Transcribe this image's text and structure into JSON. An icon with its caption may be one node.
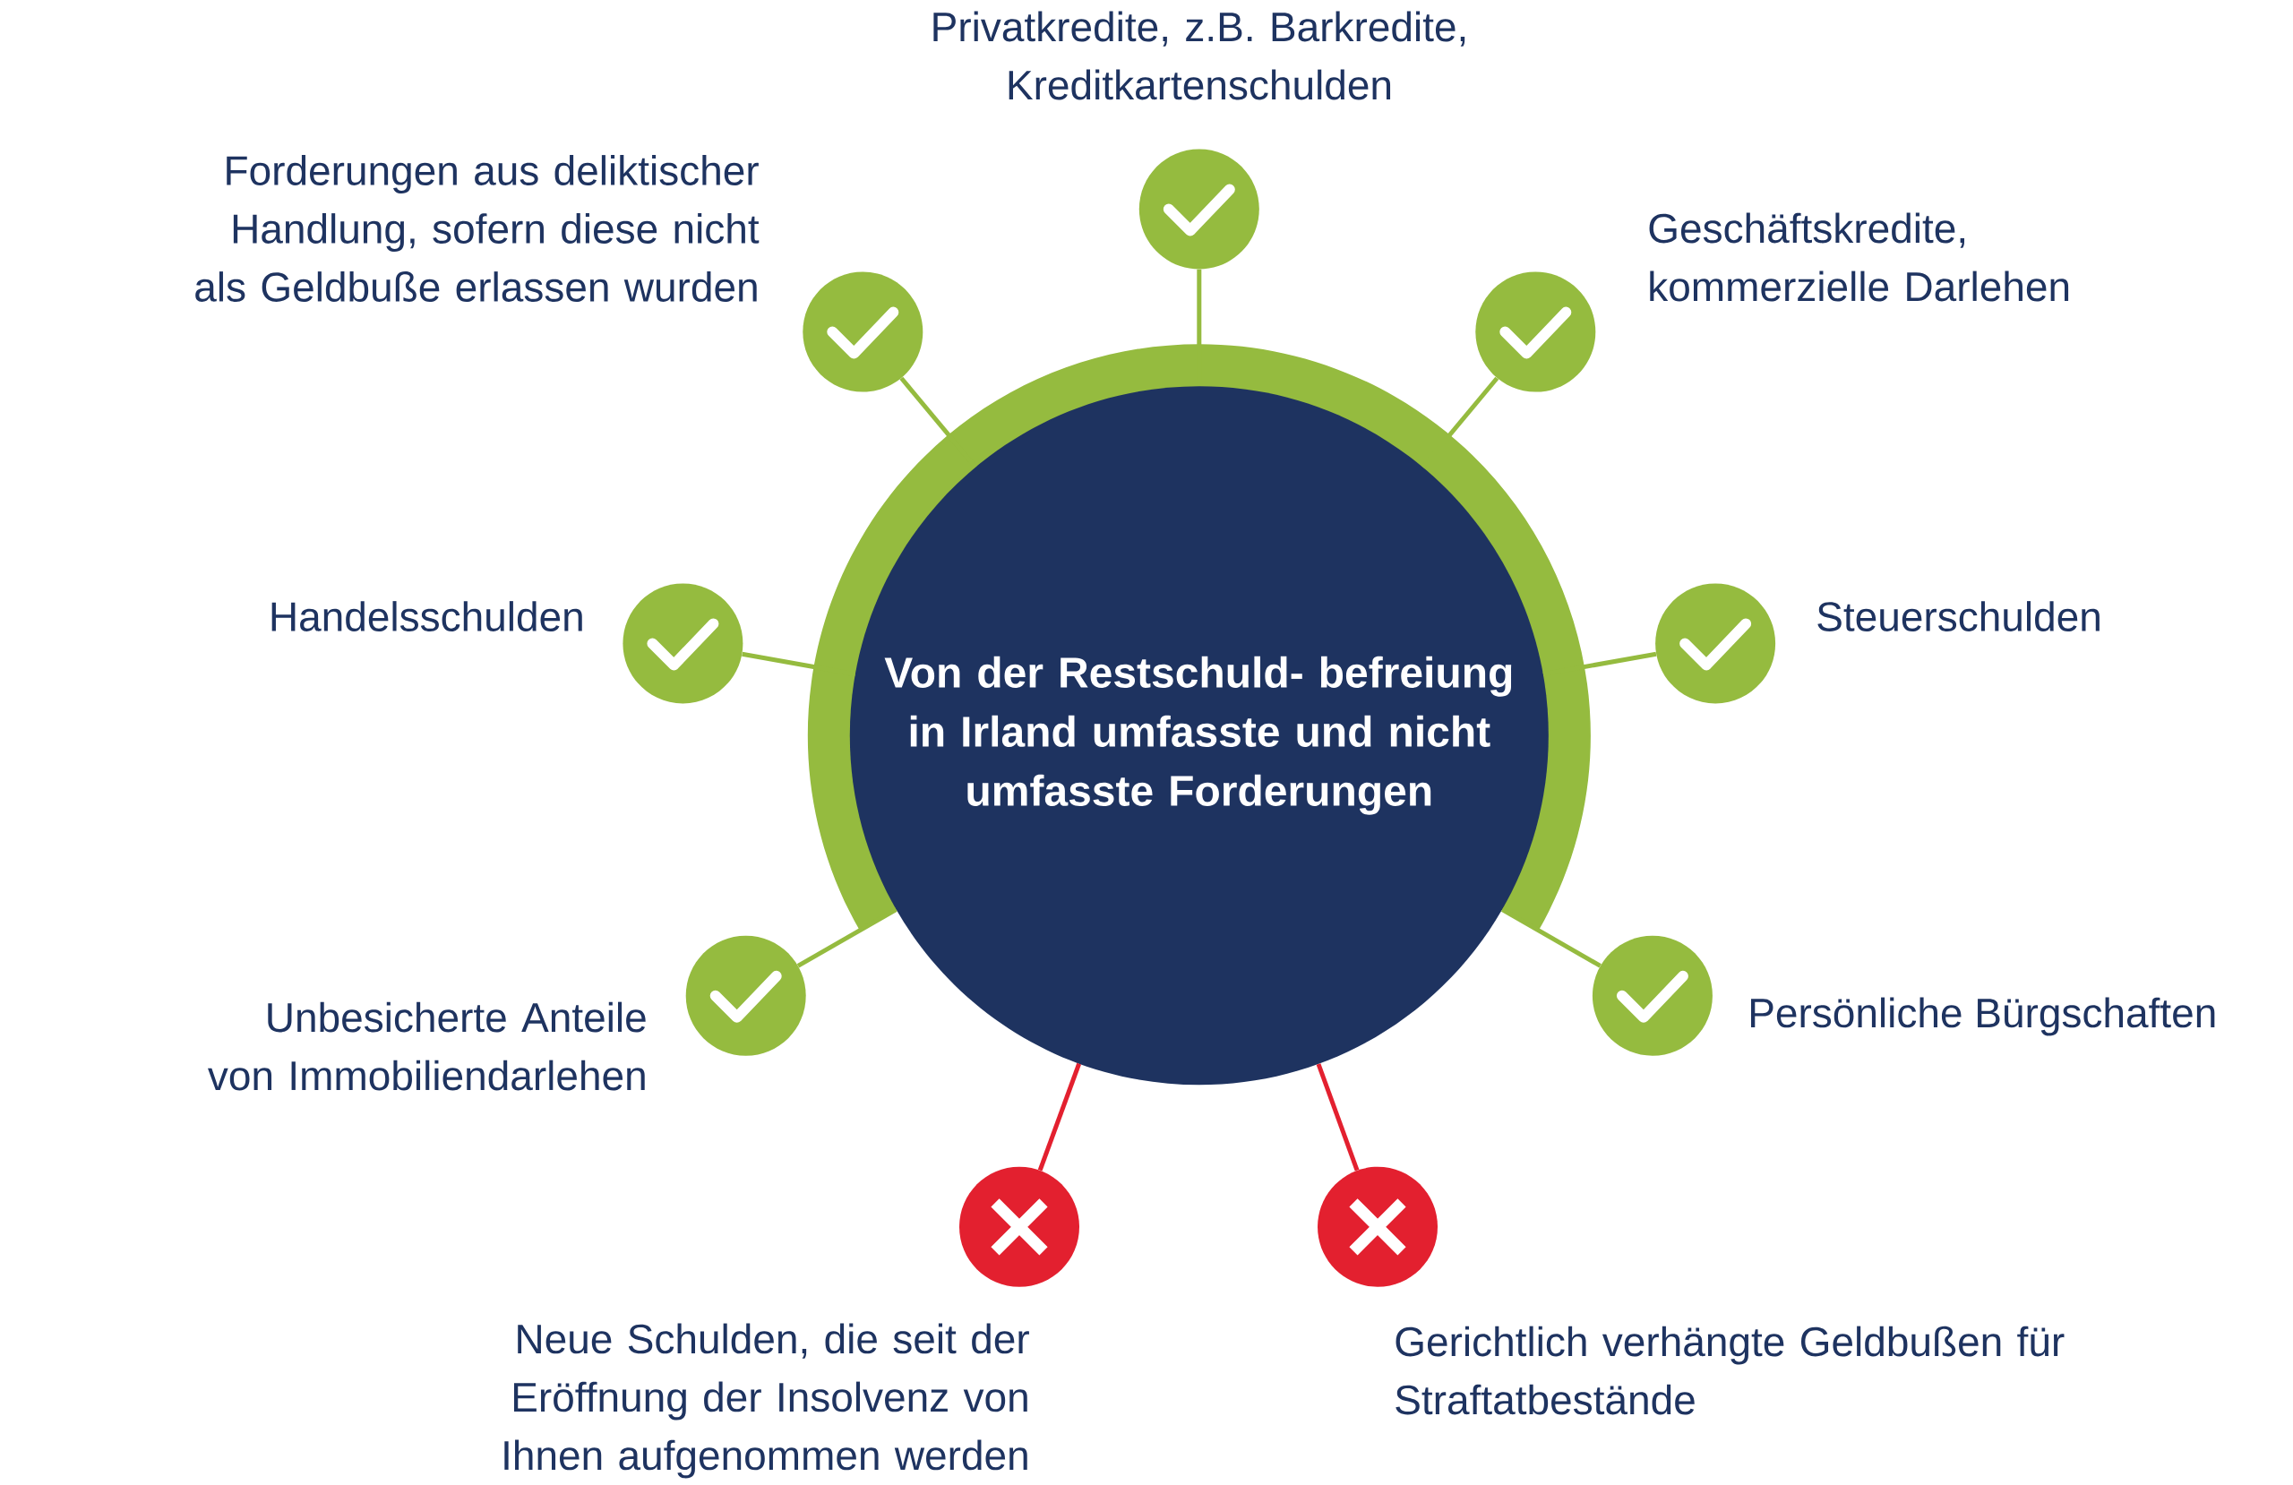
{
  "diagram": {
    "nodes": [
      {
        "text": [
          "Von der Restschuld- befreiung in Irland umfasste und nicht umfasste Forderungen"
        ]
      },
      {
        "text": [],
        "shape": "check",
        "beside": [
          "Privatkredite, z.B. Barkredite, Kreditkartenschulden"
        ]
      },
      {
        "text": [],
        "shape": "check",
        "beside": [
          "Forderungen aus deliktischer Handlung, sofern diese nicht als Geldbuße erlassen wurden"
        ]
      },
      {
        "text": [],
        "shape": "check",
        "beside": [
          "Geschäftskredite, kommerzielle Darlehen"
        ]
      },
      {
        "text": [],
        "shape": "check",
        "beside": [
          "Handelsschulden"
        ]
      },
      {
        "text": [],
        "shape": "check",
        "beside": [
          "Steuerschulden"
        ]
      },
      {
        "text": [],
        "shape": "check",
        "beside": [
          "Unbesicherte Anteile von Immobiliendarlehen"
        ]
      },
      {
        "text": [],
        "shape": "check",
        "beside": [
          "Persönliche Bürgschaften"
        ]
      },
      {
        "text": [],
        "shape": "cross",
        "beside": [
          "Neue Schulden, die seit der Eröffnung der Insolvenz von Ihnen aufgenommen werden"
        ]
      },
      {
        "text": [],
        "shape": "cross",
        "beside": [
          "Gerichtlich verhängte Geldbußen für Straftatbestände"
        ]
      }
    ],
    "edges": [
      {
        "from": 1,
        "to": 0,
        "arrow": "none"
      },
      {
        "from": 2,
        "to": 0,
        "arrow": "none"
      },
      {
        "from": 3,
        "to": 0,
        "arrow": "none"
      },
      {
        "from": 4,
        "to": 0,
        "arrow": "none"
      },
      {
        "from": 5,
        "to": 0,
        "arrow": "none"
      },
      {
        "from": 6,
        "to": 0,
        "arrow": "none"
      },
      {
        "from": 7,
        "to": 0,
        "arrow": "none"
      },
      {
        "from": 8,
        "to": 0,
        "arrow": "none",
        "color": "#e3202f"
      },
      {
        "from": 9,
        "to": 0,
        "arrow": "none",
        "color": "#e3202f"
      }
    ]
  }
}
